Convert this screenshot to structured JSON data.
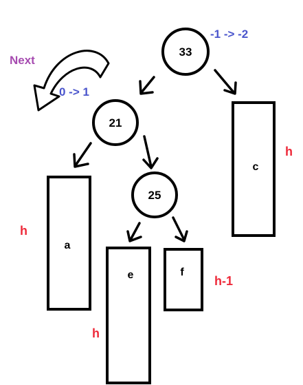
{
  "colors": {
    "height_label": "#ee2a3a",
    "balance_label": "#4a55cc",
    "next_label": "#a64bb0",
    "stroke": "#000000"
  },
  "nodes": {
    "n33": "33",
    "n21": "21",
    "n25": "25"
  },
  "balance_changes": {
    "n33": "-1 -> -2",
    "n21": "0 -> 1"
  },
  "subtrees": {
    "a": {
      "label": "a",
      "height": "h"
    },
    "c": {
      "label": "c",
      "height": "h"
    },
    "e": {
      "label": "e",
      "height": "h"
    },
    "f": {
      "label": "f",
      "height": "h-1"
    }
  },
  "next_label": "Next",
  "icons": [
    "curved-arrow-icon"
  ]
}
